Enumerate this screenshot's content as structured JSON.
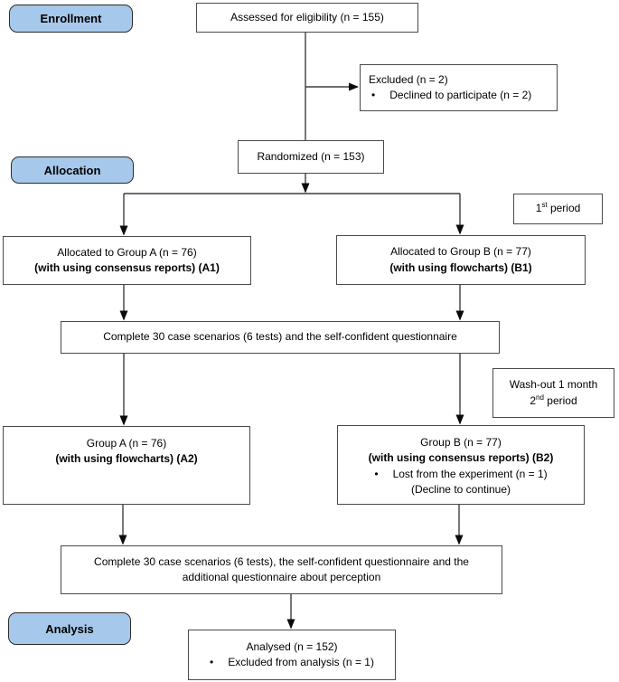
{
  "labels": {
    "enrollment": "Enrollment",
    "allocation": "Allocation",
    "analysis": "Analysis"
  },
  "glyphs": {
    "bullet": "•"
  },
  "colors": {
    "label_fill": "#a6c8ea",
    "label_border": "#2b2b2b",
    "box_border": "#4a4a4a",
    "arrow": "#3f3f3f",
    "text": "#000000"
  },
  "boxes": {
    "assessed": {
      "text": "Assessed for eligibility (n = 155)"
    },
    "excluded": {
      "title": "Excluded (n = 2)",
      "bullet": "Declined to participate (n = 2)"
    },
    "randomized": {
      "text": "Randomized (n = 153)"
    },
    "period1": {
      "pre": "1",
      "sup": "st",
      "post": " period"
    },
    "group_a1": {
      "line1": "Allocated to Group A (n = 76)",
      "line2": "(with using consensus reports) (A1)"
    },
    "group_b1": {
      "line1": "Allocated to Group B (n = 77)",
      "line2": "(with using flowcharts) (B1)"
    },
    "complete1": {
      "text": "Complete 30 case scenarios (6 tests) and the self-confident questionnaire"
    },
    "washout": {
      "line1": "Wash-out 1 month",
      "pre": "2",
      "sup": "nd",
      "post": " period"
    },
    "group_a2": {
      "line1": "Group A (n = 76)",
      "line2": "(with using flowcharts) (A2)"
    },
    "group_b2": {
      "line1": "Group B (n = 77)",
      "line2": "(with using consensus reports) (B2)",
      "bullet": "Lost from the experiment (n = 1)",
      "line3": "(Decline to continue)"
    },
    "complete2": {
      "text": "Complete 30 case scenarios (6 tests), the self-confident questionnaire and the additional questionnaire about perception"
    },
    "analysed": {
      "line1": "Analysed (n = 152)",
      "bullet": "Excluded from analysis (n = 1)"
    }
  }
}
